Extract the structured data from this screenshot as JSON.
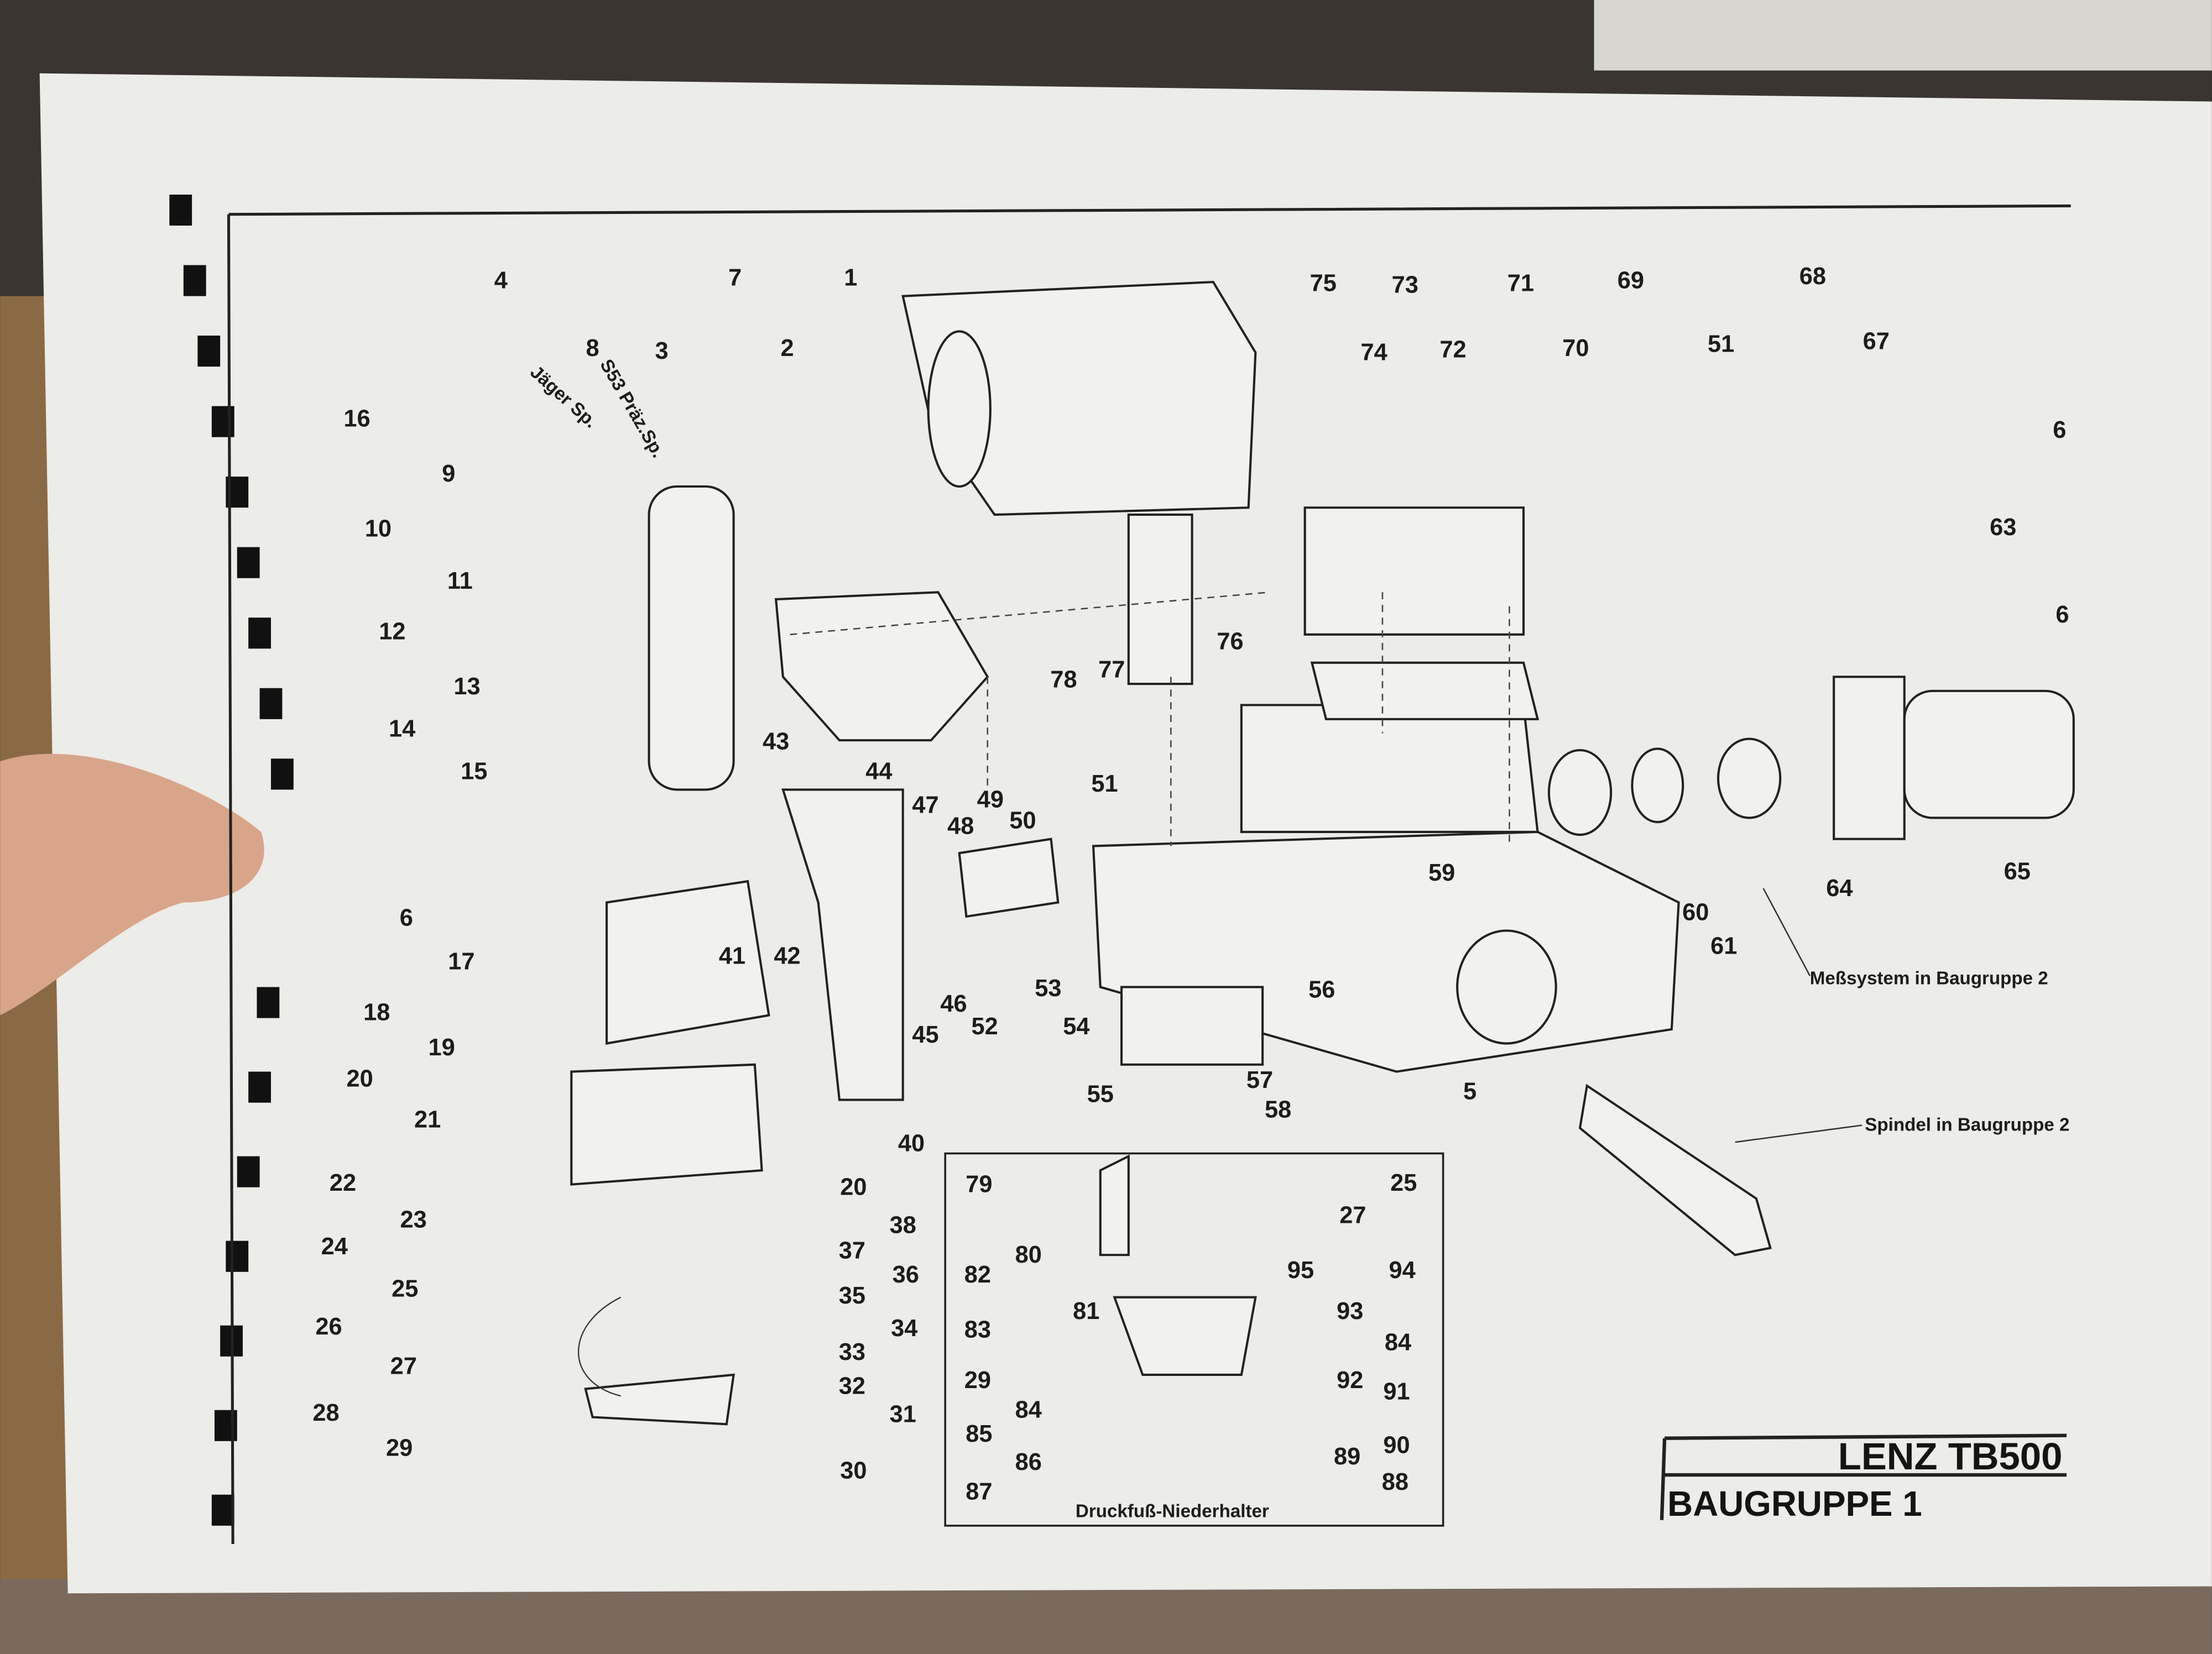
{
  "drawing": {
    "title_model": "LENZ TB500",
    "title_group": "BAUGRUPPE 1",
    "notes": {
      "jaeger": "Jäger Sp.",
      "s53": "S53 Präz.Sp.",
      "messsystem": "Meßsystem in Baugruppe 2",
      "spindel": "Spindel in Baugruppe 2",
      "inset_caption": "Druckfuß-Niederhalter"
    },
    "part_numbers": [
      "4",
      "7",
      "1",
      "8",
      "3",
      "2",
      "75",
      "73",
      "71",
      "69",
      "68",
      "74",
      "72",
      "70",
      "51",
      "67",
      "6",
      "63",
      "6",
      "16",
      "9",
      "10",
      "11",
      "12",
      "13",
      "14",
      "15",
      "76",
      "78",
      "77",
      "43",
      "44",
      "47",
      "49",
      "50",
      "48",
      "51",
      "6",
      "17",
      "41",
      "42",
      "46",
      "45",
      "52",
      "53",
      "54",
      "56",
      "55",
      "57",
      "58",
      "59",
      "60",
      "61",
      "64",
      "65",
      "5",
      "18",
      "19",
      "20",
      "21",
      "40",
      "20",
      "38",
      "37",
      "36",
      "35",
      "34",
      "33",
      "32",
      "31",
      "30",
      "22",
      "23",
      "24",
      "25",
      "26",
      "27",
      "28",
      "29"
    ],
    "inset_part_numbers": [
      "79",
      "25",
      "27",
      "80",
      "95",
      "94",
      "82",
      "81",
      "83",
      "93",
      "84",
      "29",
      "92",
      "91",
      "84",
      "85",
      "90",
      "86",
      "89",
      "88",
      "87"
    ]
  },
  "colors": {
    "paper": "#ecece8",
    "ink": "#1c1c1c",
    "background": "#3a3530"
  }
}
